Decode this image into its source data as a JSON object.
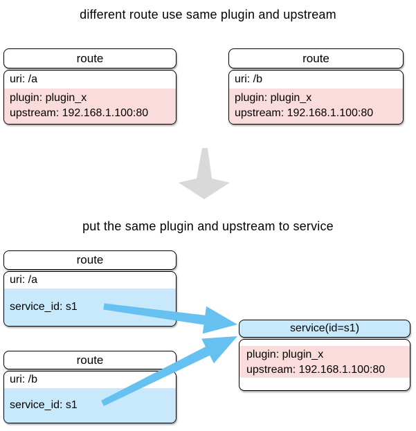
{
  "diagram": {
    "title_top": "different route use same plugin and upstream",
    "title_bottom": "put the same plugin and upstream to service",
    "colors": {
      "pink_section": "#fbdcdc",
      "blue_section": "#c7e9fb",
      "arrow_blue": "#66c0f0",
      "arrow_gray": "#d9d9d9",
      "box_border": "#000000"
    },
    "top_routes": [
      {
        "header": "route",
        "uri": "uri: /a",
        "plugin": "plugin: plugin_x",
        "upstream": "upstream: 192.168.1.100:80"
      },
      {
        "header": "route",
        "uri": "uri: /b",
        "plugin": "plugin: plugin_x",
        "upstream": "upstream: 192.168.1.100:80"
      }
    ],
    "bottom_routes": [
      {
        "header": "route",
        "uri": "uri: /a",
        "service_id": "service_id: s1"
      },
      {
        "header": "route",
        "uri": "uri: /b",
        "service_id": "service_id: s1"
      }
    ],
    "service": {
      "header": "service(id=s1)",
      "plugin": "plugin: plugin_x",
      "upstream": "upstream: 192.168.1.100:80"
    }
  }
}
